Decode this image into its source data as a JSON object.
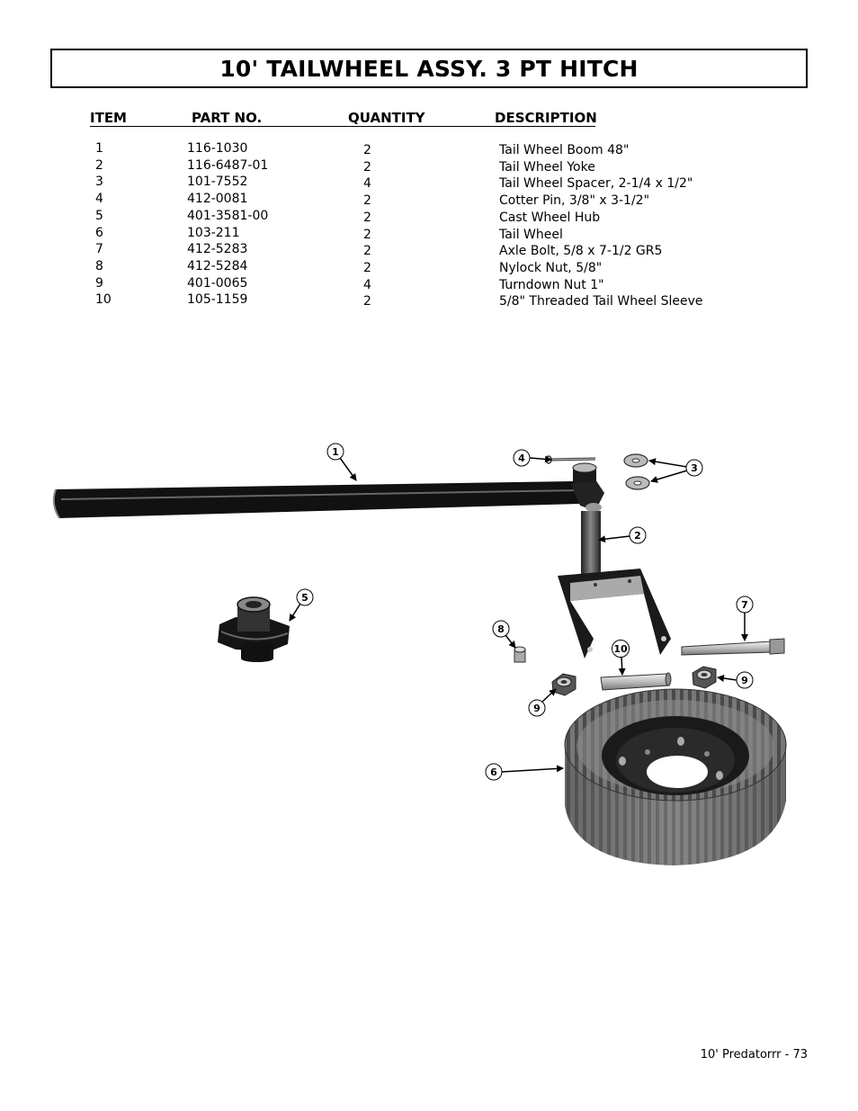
{
  "title": "10' TAILWHEEL ASSY. 3 PT HITCH",
  "table": {
    "headers": {
      "item": "ITEM",
      "part": "PART NO.",
      "qty": "QUANTITY",
      "desc": "DESCRIPTION"
    },
    "rows": [
      {
        "item": "1",
        "part": "116-1030",
        "qty": "2",
        "desc": "Tail Wheel Boom 48\""
      },
      {
        "item": "2",
        "part": "116-6487-01",
        "qty": "2",
        "desc": "Tail Wheel Yoke"
      },
      {
        "item": "3",
        "part": "101-7552",
        "qty": "4",
        "desc": "Tail Wheel Spacer, 2-1/4 x 1/2\""
      },
      {
        "item": "4",
        "part": "412-0081",
        "qty": "2",
        "desc": "Cotter Pin, 3/8\" x 3-1/2\""
      },
      {
        "item": "5",
        "part": "401-3581-00",
        "qty": "2",
        "desc": "Cast Wheel Hub"
      },
      {
        "item": "6",
        "part": "103-211",
        "qty": "2",
        "desc": "Tail Wheel"
      },
      {
        "item": "7",
        "part": "412-5283",
        "qty": "2",
        "desc": "Axle Bolt, 5/8 x 7-1/2 GR5"
      },
      {
        "item": "8",
        "part": "412-5284",
        "qty": "2",
        "desc": "Nylock Nut, 5/8\""
      },
      {
        "item": "9",
        "part": "401-0065",
        "qty": "4",
        "desc": "Turndown Nut 1\""
      },
      {
        "item": "10",
        "part": "105-1159",
        "qty": "2",
        "desc": "5/8\" Threaded Tail Wheel Sleeve"
      }
    ]
  },
  "diagram": {
    "callouts": [
      "1",
      "2",
      "3",
      "4",
      "5",
      "6",
      "7",
      "8",
      "9",
      "9",
      "10"
    ]
  },
  "footer": "10' Predatorrr - 73"
}
